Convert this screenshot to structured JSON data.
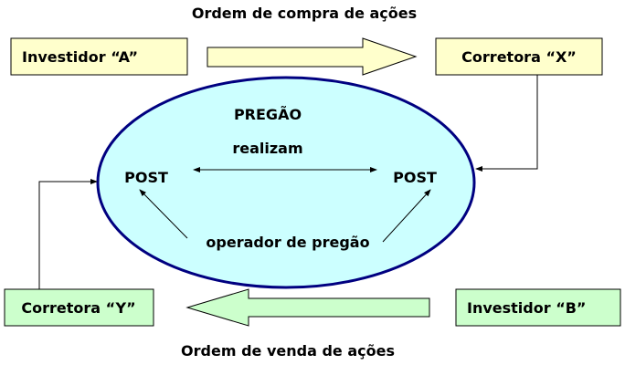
{
  "title_top": "Ordem de compra de ações",
  "title_bottom": "Ordem de venda de ações",
  "boxes": {
    "investidor_a": "Investidor “A”",
    "corretora_x": "Corretora “X”",
    "corretora_y": "Corretora “Y”",
    "investidor_b": "Investidor “B”"
  },
  "pregao": {
    "title": "PREGÃO",
    "verb": "realizam",
    "post_left": "POST",
    "post_right": "POST",
    "operator": "operador de pregão"
  },
  "colors": {
    "yellow": "#ffffcc",
    "green": "#ccffcc",
    "ellipse_fill": "#ccffff",
    "ellipse_stroke": "#000080"
  }
}
